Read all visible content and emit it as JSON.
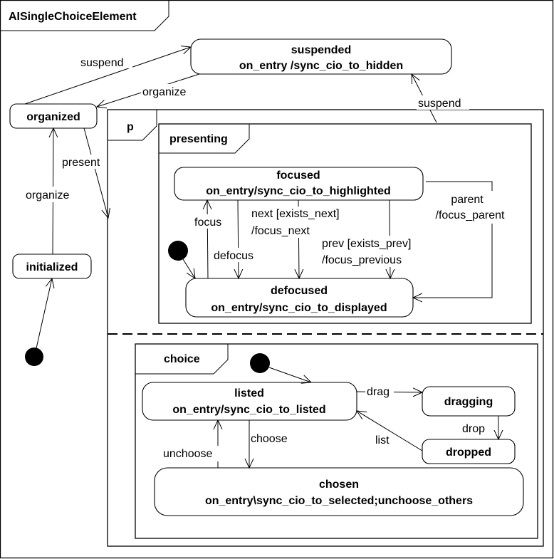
{
  "diagram": {
    "title": "AISingleChoiceElement",
    "colors": {
      "line": "#000000",
      "background": "#ffffff",
      "initial_node": "#000000"
    },
    "regions": {
      "p": "p",
      "presenting": "presenting",
      "choice": "choice"
    },
    "states": {
      "suspended": {
        "name": "suspended",
        "action": "on_entry /sync_cio_to_hidden"
      },
      "organized": {
        "name": "organized"
      },
      "initialized": {
        "name": "initialized"
      },
      "focused": {
        "name": "focused",
        "action": "on_entry/sync_cio_to_highlighted"
      },
      "defocused": {
        "name": "defocused",
        "action": "on_entry/sync_cio_to_displayed"
      },
      "listed": {
        "name": "listed",
        "action": "on_entry/sync_cio_to_listed"
      },
      "dragging": {
        "name": "dragging"
      },
      "dropped": {
        "name": "dropped"
      },
      "chosen": {
        "name": "chosen",
        "action": "on_entry\\sync_cio_to_selected;unchoose_others"
      }
    },
    "transitions": {
      "organized_to_suspended": "suspend",
      "suspended_to_organized": "organize",
      "p_to_suspended": "suspend",
      "initialized_to_organized": "organize",
      "organized_to_p": "present",
      "defocused_to_focused": "focus",
      "focused_to_defocused": "defocus",
      "next_line1": "next [exists_next]",
      "next_line2": "/focus_next",
      "prev_line1": "prev [exists_prev]",
      "prev_line2": "/focus_previous",
      "parent_line1": "parent",
      "parent_line2": "/focus_parent",
      "listed_to_dragging": "drag",
      "dragging_to_dropped": "drop",
      "dropped_to_listed": "list",
      "listed_to_chosen": "choose",
      "chosen_to_listed": "unchoose"
    }
  }
}
